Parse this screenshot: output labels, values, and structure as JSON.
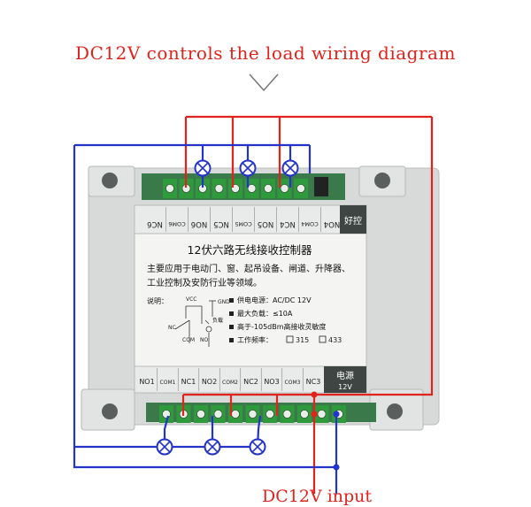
{
  "title": "DC12V controls the load wiring diagram",
  "input_label": "DC12V input",
  "colors": {
    "positive": "#e0231c",
    "negative": "#2434c8",
    "terminal": "#2f9a3c",
    "case": "#d7dad8"
  },
  "top_terminals": [
    "NO4",
    "COM4",
    "NC4",
    "NO5",
    "COM5",
    "NC5",
    "NO6",
    "COM6",
    "NC6"
  ],
  "bottom_terminals": [
    "NO1",
    "COM1",
    "NC1",
    "NO2",
    "COM2",
    "NC2",
    "NO3",
    "COM3",
    "NC3"
  ],
  "label": {
    "brand": "好控",
    "product": "12伏六路无线接收控制器",
    "desc1": "主要应用于电动门、窗、起吊设备、闸道、升降器、",
    "desc2": "工业控制及安防行业等领域。",
    "explain": "说明：",
    "vcc": "VCC",
    "gnd": "GND",
    "load": "负载",
    "nc": "NC",
    "com": "COM",
    "no": "NO",
    "spec_supply": "供电电源：AC/DC 12V",
    "spec_load": "最大负载：≤10A",
    "spec_sens": "高于-105dBm高接收灵敏度",
    "spec_freq": "工作频率：",
    "freq_a": "315",
    "freq_b": "433",
    "power": "电源",
    "power_v": "12V"
  }
}
